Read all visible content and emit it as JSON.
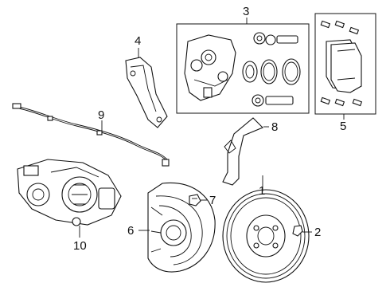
{
  "diagram": {
    "type": "exploded-parts",
    "callouts": [
      {
        "id": "rotor",
        "number": "1"
      },
      {
        "id": "wheel-stud",
        "number": "2"
      },
      {
        "id": "caliper-assembly",
        "number": "3"
      },
      {
        "id": "caliper-bracket",
        "number": "4"
      },
      {
        "id": "brake-pads",
        "number": "5"
      },
      {
        "id": "dust-shield",
        "number": "6"
      },
      {
        "id": "stud-bolt",
        "number": "7"
      },
      {
        "id": "brake-hose",
        "number": "8"
      },
      {
        "id": "abs-sensor",
        "number": "9"
      },
      {
        "id": "parking-brake-motor",
        "number": "10"
      }
    ]
  }
}
